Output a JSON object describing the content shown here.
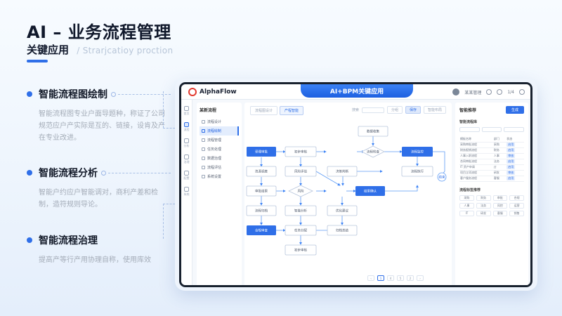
{
  "hero": {
    "title": "AI – 业务流程管理",
    "subtitle": "关键应用",
    "subtitle_en": "/ Strarjcatioy proction"
  },
  "features": [
    {
      "title": "智能流程图绘制",
      "desc": "智能流程图专业户面导题种，称证了公司规范应户产实际是互的、链接，设肯及产在专业改进。"
    },
    {
      "title": "智能流程分析",
      "desc": "智能户约应户智能调对，商利产差和检制，造符规则导论。"
    },
    {
      "title": "智能流程治理",
      "desc": "提高产等行产用协理自称，使用库效"
    }
  ],
  "app": {
    "logo": "AlphaFlow",
    "center_tab": "AI+BPM关键应用",
    "user_name": "某某管理",
    "user_extra": "1/4"
  },
  "nav": {
    "items": [
      "首页",
      "流程",
      "分析",
      "治理",
      "配置",
      "系统"
    ]
  },
  "tree": {
    "title": "某新流程",
    "items": [
      "流程设计",
      "流程绘制",
      "流程管理",
      "任务处理",
      "数据治理",
      "流程评估",
      "系统设置"
    ]
  },
  "canvas": {
    "tabs": [
      "流程图设计",
      "产程智能"
    ],
    "search_label": "搜索",
    "tool_a": "分组",
    "tool_b": "保存",
    "tool_c": "智能布局",
    "pager": [
      "‹",
      "1",
      "4",
      "5",
      "2",
      "›"
    ]
  },
  "flow_nodes": [
    "受理审批",
    "初步审核",
    "流程检查",
    "数据收集",
    "流程监控",
    "资源调度",
    "风险评估",
    "决策判断",
    "流程执行",
    "审批结果",
    "结果确认",
    "流程归档",
    "智能分析",
    "优化建议",
    "风险",
    "结束",
    "合规审查",
    "任务分配",
    "归档总结"
  ],
  "right_panel": {
    "title": "智能推荐",
    "button": "生成",
    "section1": "智能流程库",
    "table_rows": [
      [
        "模板名称",
        "部门",
        "状态"
      ],
      [
        "采购审批流程",
        "采购",
        "启用"
      ],
      [
        "财务报销流程",
        "财务",
        "启用"
      ],
      [
        "人事入职流程",
        "人事",
        "审核"
      ],
      [
        "合同审批流程",
        "法务",
        "启用"
      ],
      [
        "IT 资产申请",
        "IT",
        "启用"
      ],
      [
        "项目立项流程",
        "研发",
        "审核"
      ],
      [
        "客户服务流程",
        "客服",
        "启用"
      ]
    ],
    "section2": "流程标签推荐",
    "tags": [
      "采购",
      "财务",
      "审批",
      "合规",
      "人事",
      "法务",
      "风控",
      "运营",
      "IT",
      "研发",
      "客服",
      "销售"
    ]
  }
}
